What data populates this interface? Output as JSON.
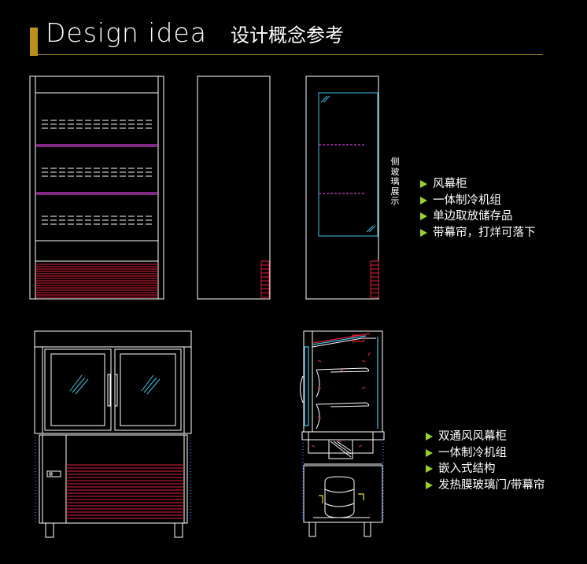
{
  "header": {
    "title_en": "Design idea",
    "title_cn": "设计概念参考"
  },
  "side_label": "侧玻璃展示",
  "features_top": [
    "风幕柜",
    "一体制冷机组",
    "单边取放储存品",
    "带幕帘，打烊可落下"
  ],
  "features_bottom": [
    "双通风风幕柜",
    "一体制冷机组",
    "嵌入式结构",
    "发热膜玻璃门/带幕帘"
  ],
  "colors": {
    "accent_gold": "#b8901a",
    "bullet_green": "#9ad12a",
    "line_white": "#ffffff",
    "red": "#e0203a",
    "magenta": "#d040d0",
    "blue": "#3a6cff",
    "cyan": "#3fc4e8",
    "yellow": "#f0e030"
  },
  "icons": [
    "triangle-bullet-icon"
  ]
}
